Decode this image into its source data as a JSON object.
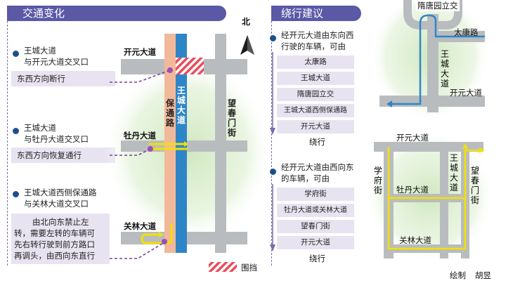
{
  "left": {
    "header": "交通变化",
    "items": [
      {
        "title_line1": "王城大道",
        "title_line2": "与开元大道交叉口",
        "note": "东西方向断行"
      },
      {
        "title_line1": "王城大道",
        "title_line2": "与牡丹大道交叉口",
        "note": "东西方向恢复通行"
      },
      {
        "title_line1": "王城大道西侧保通路",
        "title_line2": "与关林大道交叉口",
        "note_lines": [
          "由北向东禁止左",
          "转，需要左转的车辆可",
          "先右转行驶到前方路口",
          "再调头，由西向东直行"
        ]
      }
    ]
  },
  "map_left": {
    "north_label": "北",
    "roads": {
      "kaiyuan": "开元大道",
      "mudan": "牡丹大道",
      "guanlin": "关林大道",
      "baotong": "保通路",
      "wangcheng": "王城大道",
      "wangchun": "望春门街"
    },
    "legend_label": "围挡"
  },
  "detour": {
    "header": "绕行建议",
    "route1": {
      "intro_line1": "经开元大道由东向西",
      "intro_line2": "行驶的车辆，可由",
      "steps": [
        "太康路",
        "王城大道",
        "隋唐园立交",
        "王城大道西侧保通路",
        "开元大道"
      ],
      "end": "绕行"
    },
    "route2": {
      "intro_line1": "经开元大道由西向东",
      "intro_line2": "的车辆，可由",
      "steps": [
        "学府街",
        "牡丹大道或关林大道",
        "望春门街",
        "开元大道"
      ],
      "end": "绕行"
    }
  },
  "map_r1": {
    "suitang": "隋唐园立交",
    "taikang": "太康路",
    "wangcheng": "王城大道",
    "kaiyuan": "开元大道"
  },
  "map_r2": {
    "kaiyuan": "开元大道",
    "xuefu": "学府街",
    "wangcheng": "王城大道",
    "wangchun": "望春门街",
    "mudan": "牡丹大道",
    "guanlin": "关林大道"
  },
  "credit": {
    "label": "绘制",
    "author": "胡昱"
  },
  "colors": {
    "header": "#5b58a6",
    "road": "#b9bcbf",
    "wangcheng_road": "#2f86c7",
    "baotong_road": "#f2b89a",
    "route_yellow": "#f2e200",
    "route_blue": "#2f86c7",
    "hatch": "#e94b5a",
    "note_bg": "#e8e3f1"
  }
}
